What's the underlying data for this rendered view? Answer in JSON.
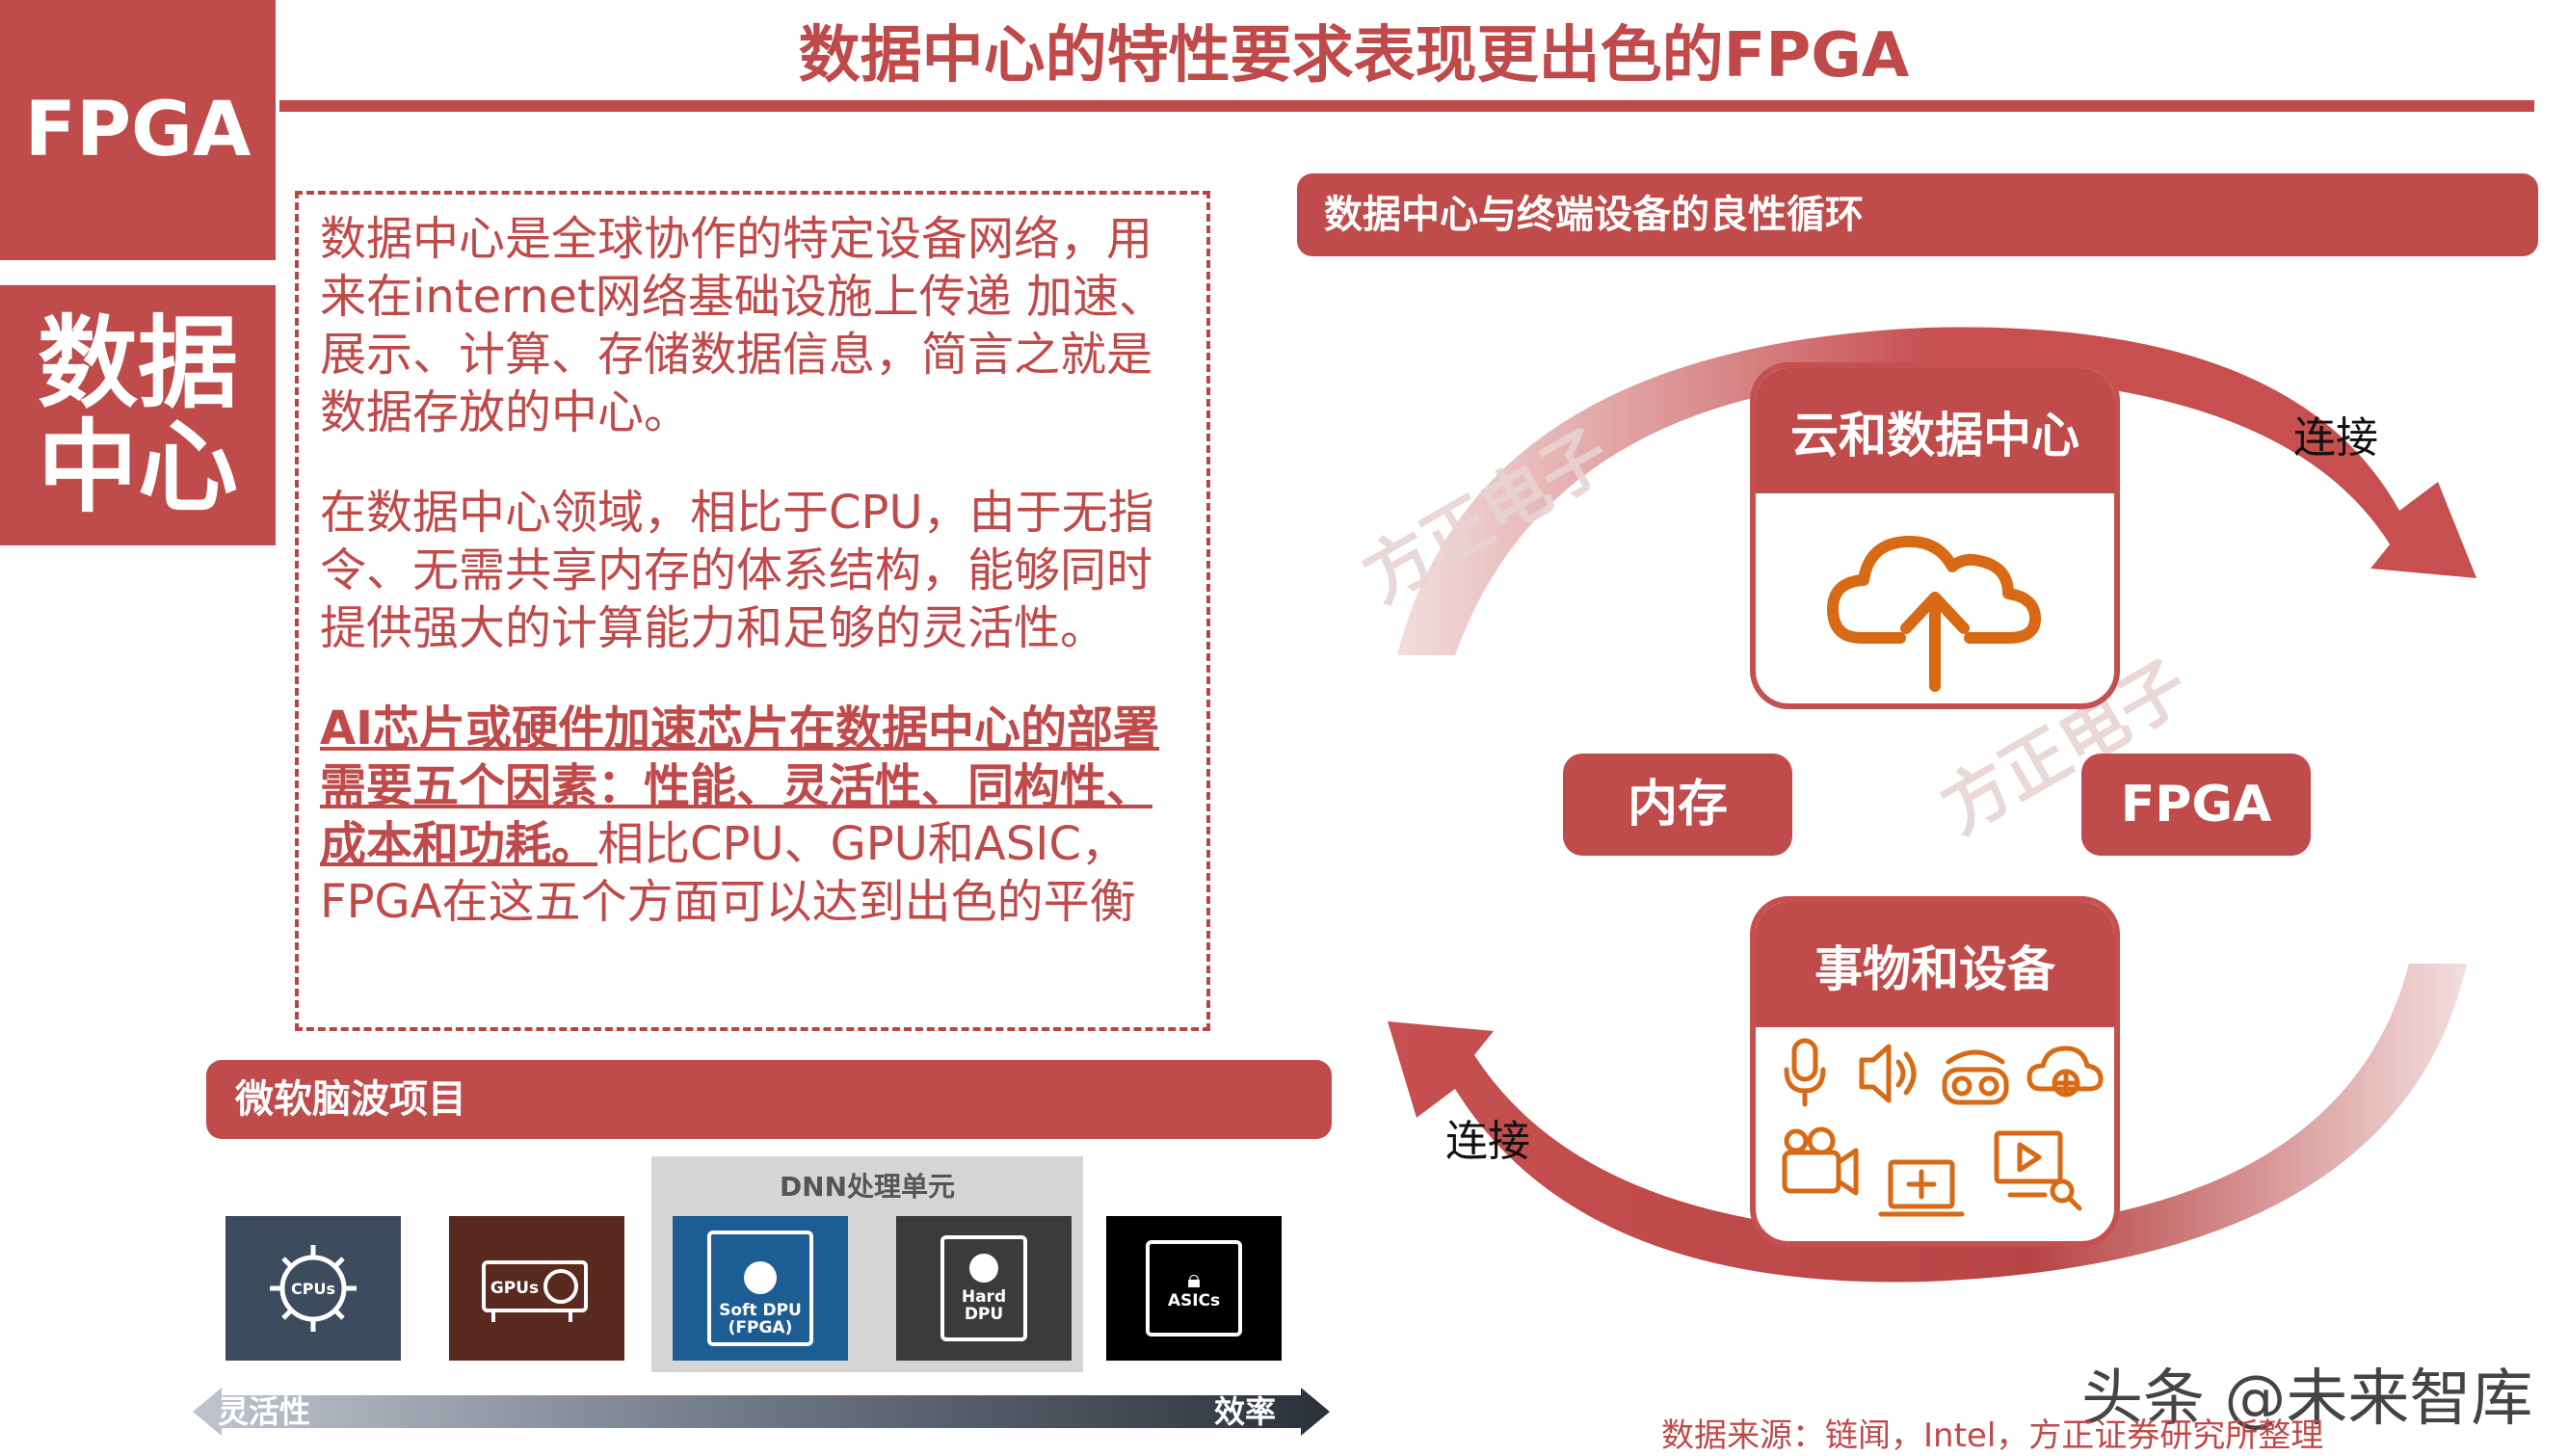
{
  "title": "数据中心的特性要求表现更出色的FPGA",
  "side_tabs": {
    "fpga": "FPGA",
    "dc_line1": "数据",
    "dc_line2": "中心"
  },
  "text": {
    "p1": "数据中心是全球协作的特定设备网络，用来在internet网络基础设施上传递 加速、展示、计算、存储数据信息，简言之就是数据存放的中心。",
    "p2": "在数据中心领域，相比于CPU，由于无指令、无需共享内存的体系结构，能够同时提供强大的计算能力和足够的灵活性。",
    "p3_highlight": "AI芯片或硬件加速芯片在数据中心的部署需要五个因素：性能、灵活性、同构性、成本和功耗。",
    "p3_rest": "相比CPU、GPU和ASIC，FPGA在这五个方面可以达到出色的平衡"
  },
  "right_panel": {
    "header": "数据中心与终端设备的良性循环",
    "cloud_card": "云和数据中心",
    "memory": "内存",
    "fpga": "FPGA",
    "iot_card": "事物和设备",
    "connect_top": "连接",
    "connect_bottom": "连接",
    "watermark": "方正电子"
  },
  "left_panel": {
    "header": "微软脑波项目",
    "dnn_group": "DNN处理单元",
    "chips": [
      {
        "label": "CPUs",
        "color": "#3d4b5e"
      },
      {
        "label": "GPUs",
        "color": "#5a2a1e"
      },
      {
        "label": "Soft DPU (FPGA)",
        "color": "#1c5d93"
      },
      {
        "label": "Hard DPU",
        "color": "#3b3b3b"
      },
      {
        "label": "ASICs",
        "color": "#000000"
      }
    ],
    "axis_left": "灵活性",
    "axis_right": "效率"
  },
  "source": "数据来源：链闻，Intel，方正证券研究所整理",
  "watermark_corner": "头条 @未来智库"
}
